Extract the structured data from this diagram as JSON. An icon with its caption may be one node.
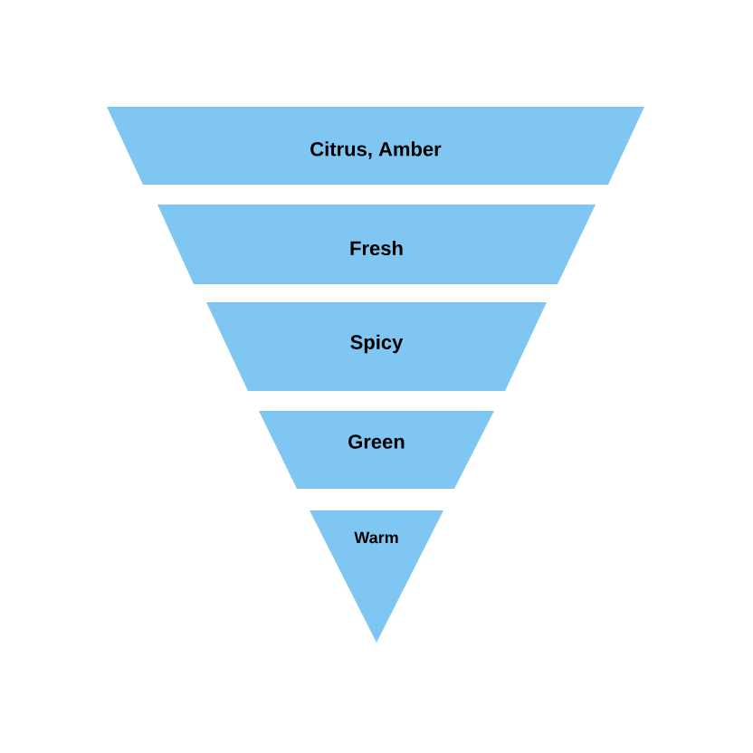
{
  "diagram": {
    "nodes": [
      {
        "text": [
          "Citrus, Amber"
        ]
      },
      {
        "text": [
          "Fresh"
        ]
      },
      {
        "text": [
          "Spicy"
        ]
      },
      {
        "text": [
          "Green"
        ]
      },
      {
        "text": [
          "Warm"
        ]
      }
    ]
  }
}
